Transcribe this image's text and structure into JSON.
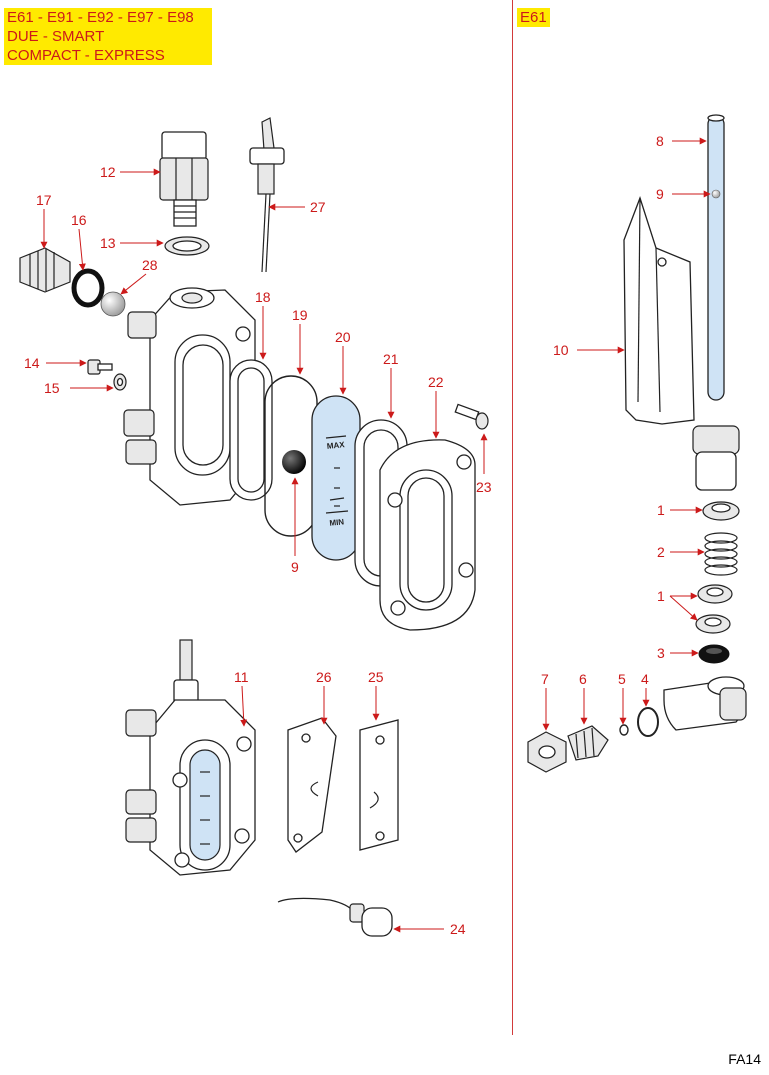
{
  "header": {
    "models_lines": [
      "E61 - E91 - E92 - E97 - E98",
      "DUE - SMART",
      "COMPACT - EXPRESS"
    ],
    "right_model": "E61"
  },
  "page_code": "FA14",
  "sight_glass_labels": {
    "max": "MAX",
    "min": "MIN"
  },
  "colors": {
    "callout": "#cc1a1a",
    "highlight": "#ffea00",
    "glass": "#cfe3f5"
  },
  "callouts": {
    "c1a": "1",
    "c1b": "1",
    "c2": "2",
    "c3": "3",
    "c4": "4",
    "c5": "5",
    "c6": "6",
    "c7": "7",
    "c8": "8",
    "c9r": "9",
    "c9l": "9",
    "c10": "10",
    "c11": "11",
    "c12": "12",
    "c13": "13",
    "c14": "14",
    "c15": "15",
    "c16": "16",
    "c17": "17",
    "c18": "18",
    "c19": "19",
    "c20": "20",
    "c21": "21",
    "c22": "22",
    "c23": "23",
    "c24": "24",
    "c25": "25",
    "c26": "26",
    "c27": "27",
    "c28": "28"
  }
}
